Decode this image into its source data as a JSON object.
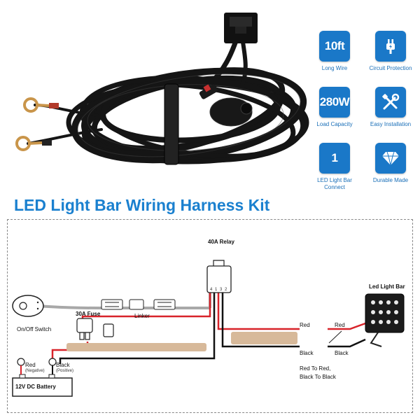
{
  "title": "LED Light Bar Wiring Harness Kit",
  "features": [
    {
      "tile": "10ft",
      "caption": "Long Wire",
      "icon": null
    },
    {
      "tile": "",
      "caption": "Circuit Protection",
      "icon": "plug-icon"
    },
    {
      "tile": "280W",
      "caption": "Load Capacity",
      "icon": null
    },
    {
      "tile": "",
      "caption": "Easy Installation",
      "icon": "tools-icon"
    },
    {
      "tile": "1",
      "caption": "LED Light Bar Connect",
      "icon": null
    },
    {
      "tile": "",
      "caption": "Durable Made",
      "icon": "diamond-icon"
    }
  ],
  "diagram": {
    "relay_label": "40A Relay",
    "relay_pins": "4 1 3 2",
    "fuse_label": "30A Fuse",
    "linker_label": "Linker",
    "switch_label": "On/Off Switch",
    "light_bar_label": "Led Light Bar",
    "battery_label": "12V DC Battery",
    "battery_red": "Red",
    "battery_red_sub": "(Negative)",
    "battery_black": "Black",
    "battery_black_sub": "(Positive)",
    "wire_red": "Red",
    "wire_black": "Black",
    "bar_red": "Red",
    "bar_black": "Black",
    "instruction_line1": "Red To Red,",
    "instruction_line2": "Black To Black"
  },
  "colors": {
    "accent": "#1a78c8",
    "title": "#1a80cf",
    "wire_red": "#d8232a",
    "wire_black": "#111111",
    "sleeve": "#d7b99a"
  }
}
